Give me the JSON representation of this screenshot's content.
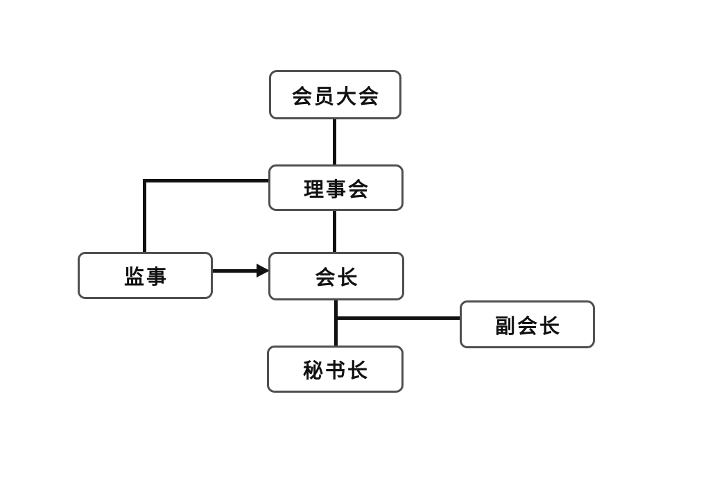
{
  "diagram": {
    "type": "org-chart",
    "nodes": [
      {
        "id": "member-assembly",
        "label": "会员大会"
      },
      {
        "id": "board-of-directors",
        "label": "理事会"
      },
      {
        "id": "supervisor",
        "label": "监事"
      },
      {
        "id": "president",
        "label": "会长"
      },
      {
        "id": "vice-president",
        "label": "副会长"
      },
      {
        "id": "secretary-general",
        "label": "秘书长"
      }
    ],
    "edges": [
      {
        "from": "member-assembly",
        "to": "board-of-directors",
        "style": "line"
      },
      {
        "from": "board-of-directors",
        "to": "president",
        "style": "line"
      },
      {
        "from": "board-of-directors",
        "to": "supervisor",
        "style": "elbow-line"
      },
      {
        "from": "supervisor",
        "to": "president",
        "style": "arrow"
      },
      {
        "from": "president",
        "to": "secretary-general",
        "style": "line"
      },
      {
        "from": "president",
        "to": "vice-president",
        "style": "elbow-line"
      }
    ],
    "colors": {
      "background": "#ffffff",
      "box_fill": "#ffffff",
      "box_border": "#4f4f4f",
      "line": "#111111",
      "text": "#111111"
    }
  }
}
